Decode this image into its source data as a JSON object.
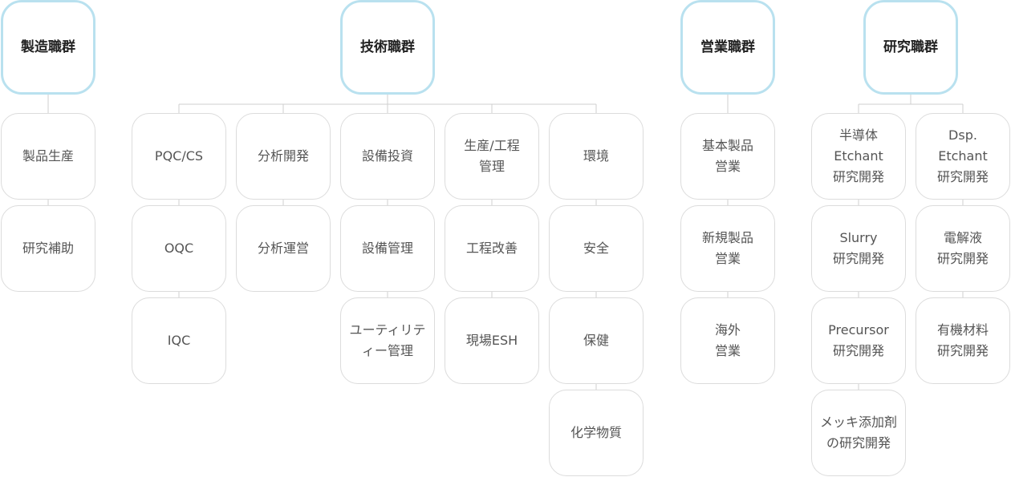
{
  "colors": {
    "head_border": "#b9e1ef",
    "node_border": "#dcdcdc",
    "line": "#cfcfcf",
    "text": "#555555"
  },
  "groups": [
    {
      "title": "製造職群",
      "columns": [
        [
          "製品生産",
          "研究補助"
        ]
      ]
    },
    {
      "title": "技術職群",
      "columns": [
        [
          "PQC/CS",
          "OQC",
          "IQC"
        ],
        [
          "分析開発",
          "分析運営"
        ],
        [
          "設備投資",
          "設備管理",
          "ユーティリテ\nィー管理"
        ],
        [
          "生産/工程\n管理",
          "工程改善",
          "現場ESH"
        ],
        [
          "環境",
          "安全",
          "保健",
          "化学物質"
        ]
      ]
    },
    {
      "title": "営業職群",
      "columns": [
        [
          "基本製品\n営業",
          "新規製品\n営業",
          "海外\n営業"
        ]
      ]
    },
    {
      "title": "研究職群",
      "columns": [
        [
          "半導体\nEtchant\n研究開発",
          "Slurry\n研究開発",
          "Precursor\n研究開発",
          "メッキ添加剤\nの研究開発"
        ],
        [
          "Dsp.\nEtchant\n研究開発",
          "電解液\n研究開発",
          "有機材料\n研究開発"
        ]
      ]
    }
  ]
}
